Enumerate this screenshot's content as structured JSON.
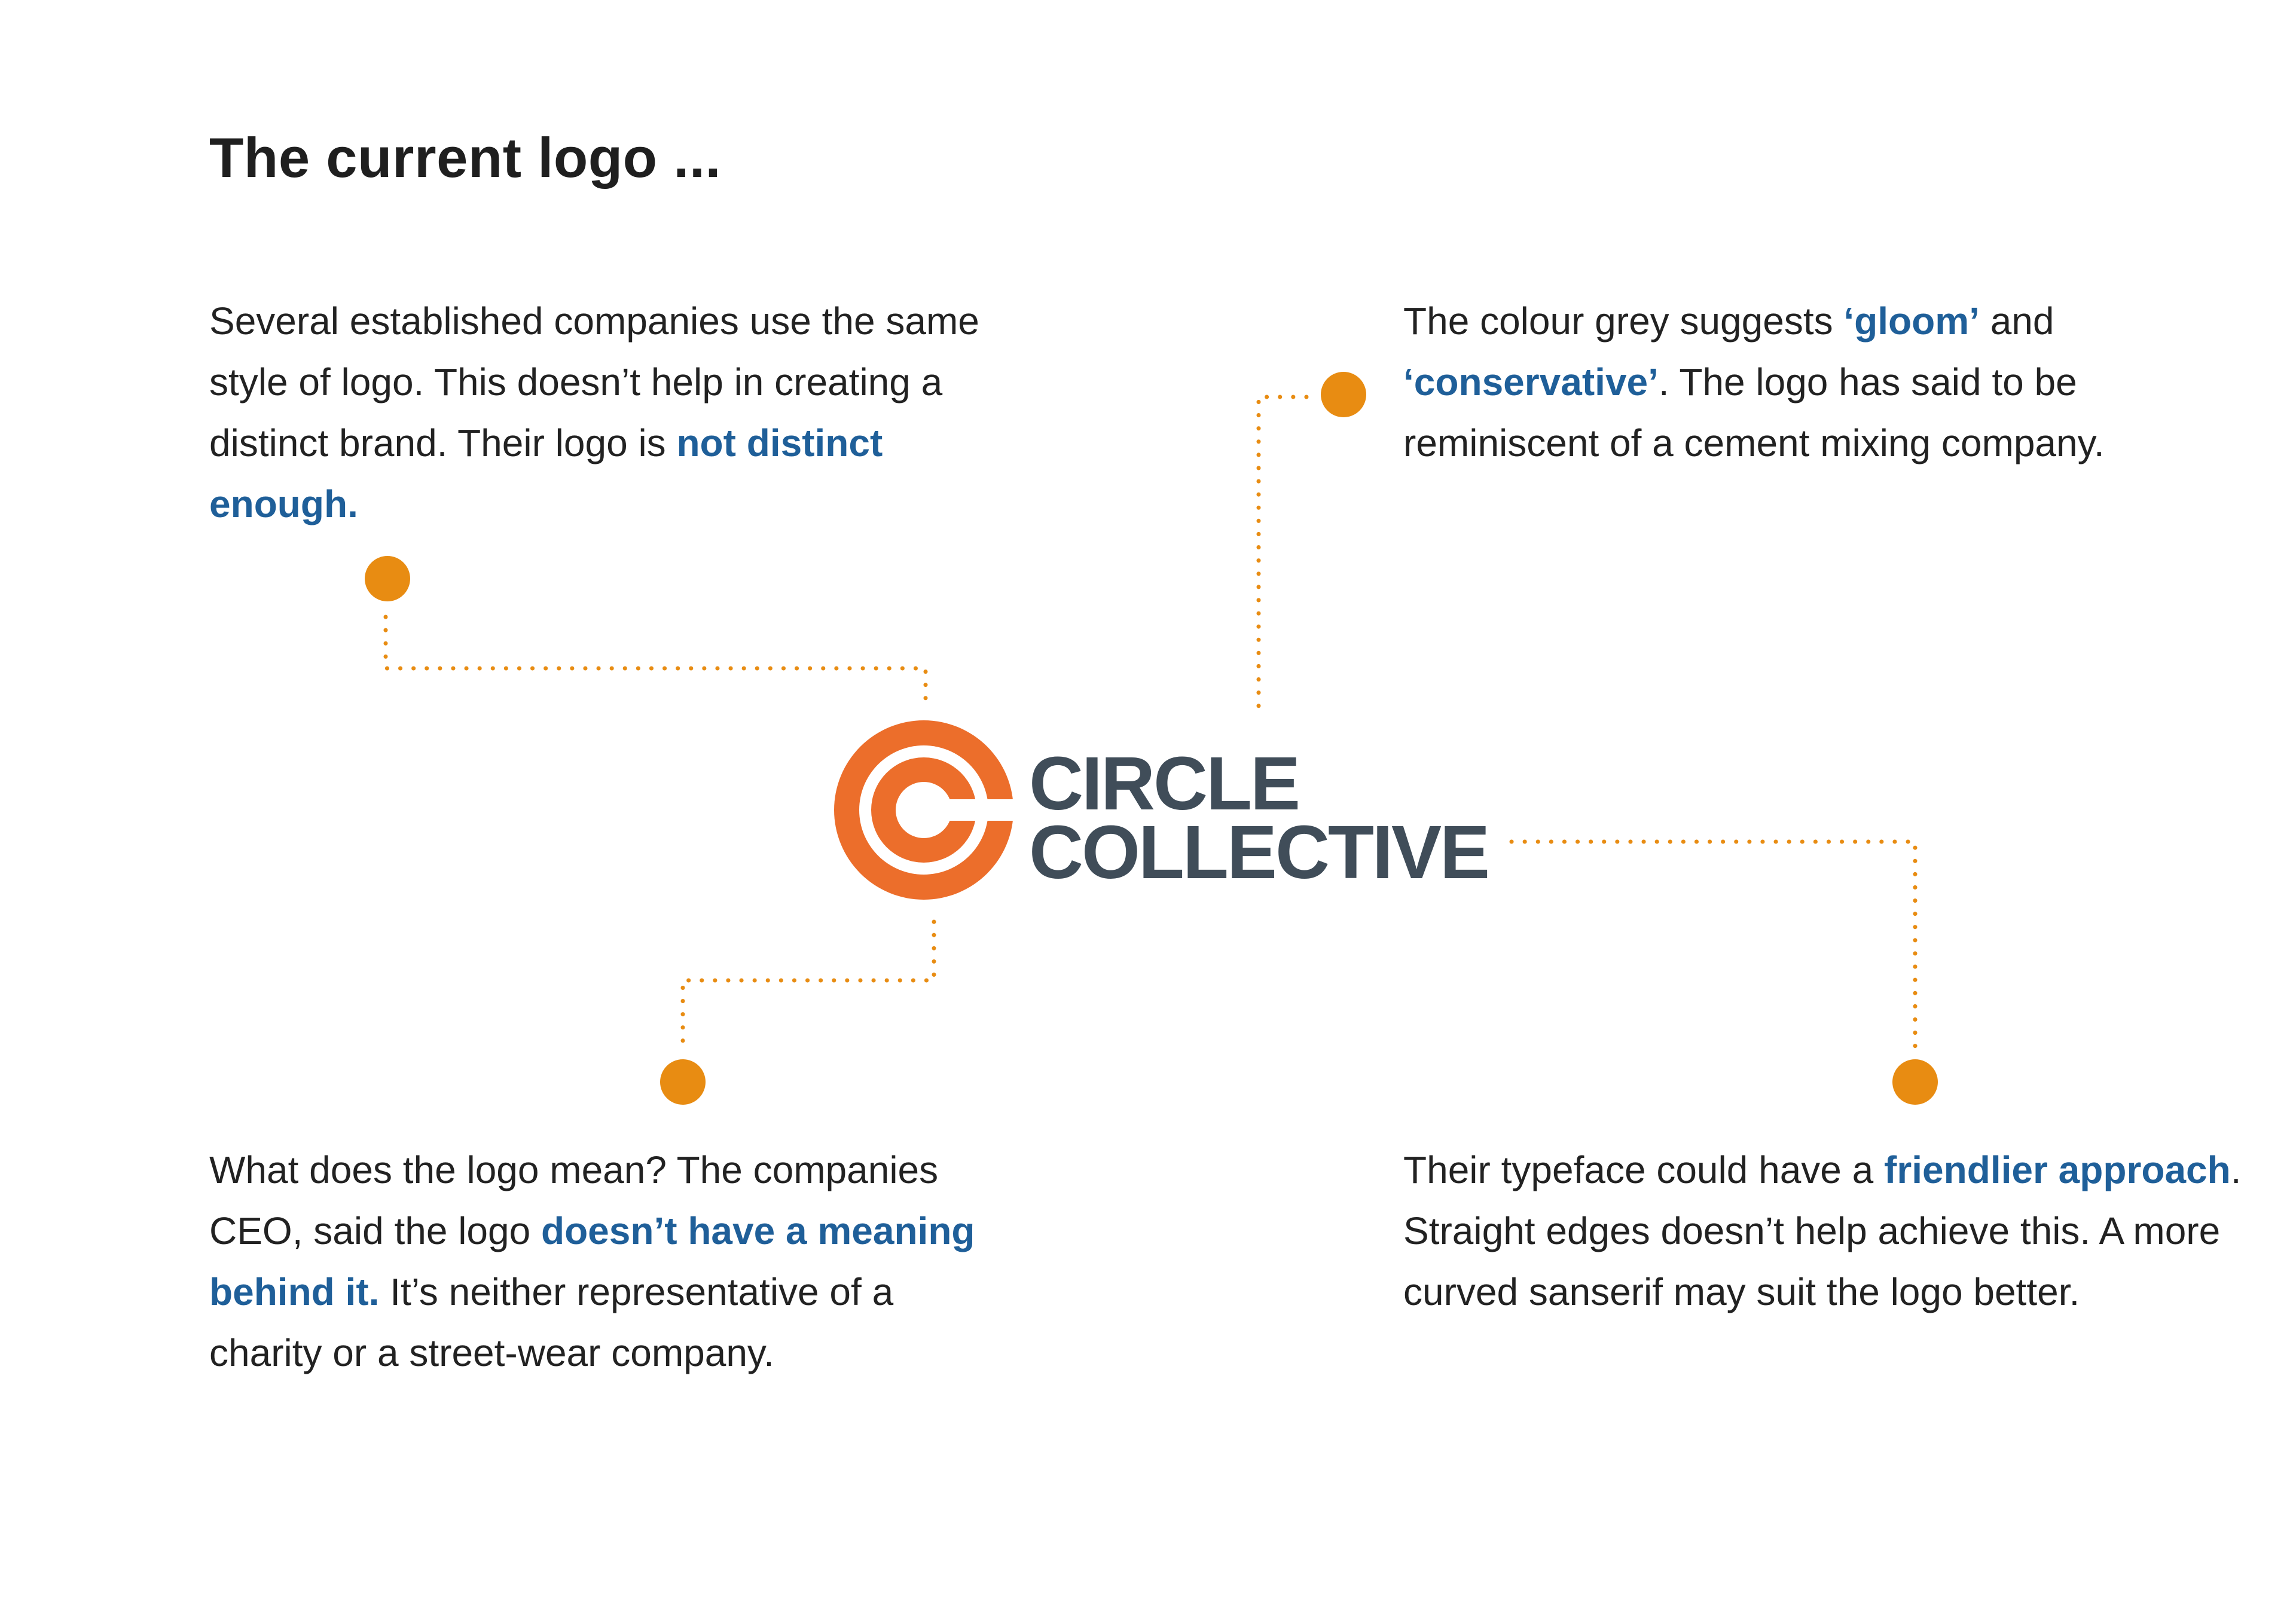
{
  "page": {
    "title": "The current logo ..."
  },
  "colors": {
    "accent_orange": "#e88c12",
    "logo_orange": "#ec6e2b",
    "highlight_blue": "#1f5f99",
    "logo_grey": "#404d59",
    "body_text": "#222222"
  },
  "logo": {
    "icon": "circle-c-icon",
    "line1": "CIRCLE",
    "line2": "COLLECTIVE"
  },
  "notes": {
    "top_left": {
      "text_1": "Several established companies use the same style of logo. This doesn’t help in creating a distinct brand. Their logo is ",
      "highlight_1": "not distinct enough."
    },
    "top_right": {
      "text_1": "The colour grey suggests ",
      "highlight_1": "‘gloom’",
      "text_2": " and ",
      "highlight_2": "‘conservative’",
      "text_3": ". The logo has said to be reminiscent of a cement mixing company."
    },
    "bottom_left": {
      "text_1": "What does the logo mean? The companies CEO, said the logo ",
      "highlight_1": "doesn’t have a meaning behind it.",
      "text_2": " It’s neither representative of a charity or a street-wear company."
    },
    "bottom_right": {
      "text_1": "Their typeface could have a ",
      "highlight_1": "friendlier approach",
      "text_2": ". Straight edges doesn’t help achieve this. A more curved sanserif may suit the logo better."
    }
  }
}
